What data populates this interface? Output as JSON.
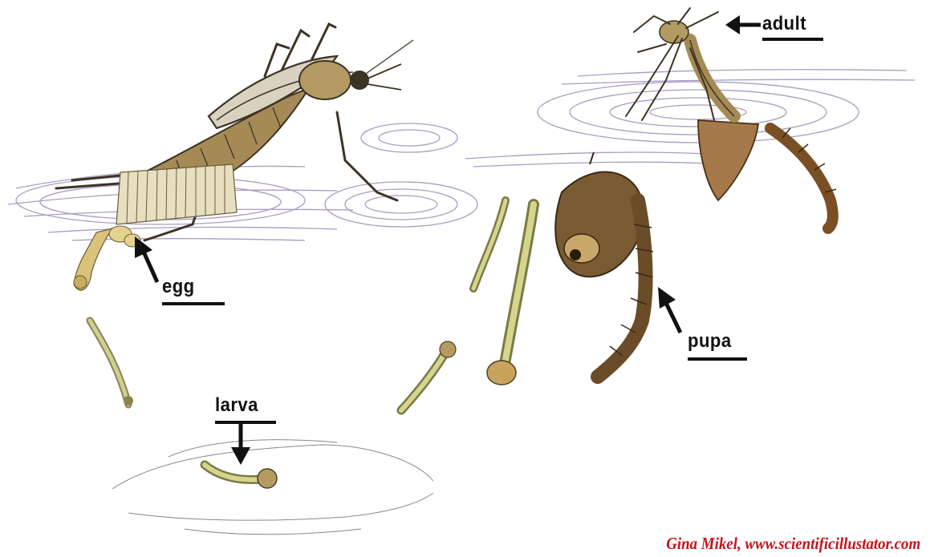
{
  "labels": {
    "egg": "egg",
    "larva": "larva",
    "pupa": "pupa",
    "adult": "adult"
  },
  "credit": "Gina Mikel, www.scientificillustator.com",
  "colors": {
    "label_text": "#111111",
    "credit_text": "#c4141c",
    "water_ripple": "#8e7bb0",
    "insect_body": "#a58a55",
    "insect_dark": "#3c3324",
    "pupa_body": "#7a5a32",
    "larva_green": "#c9c77a"
  },
  "icons": [
    "mosquito-adult-laying-eggs",
    "egg-raft",
    "larva",
    "pupa",
    "emerging-adult-mosquito",
    "arrow-icon"
  ]
}
